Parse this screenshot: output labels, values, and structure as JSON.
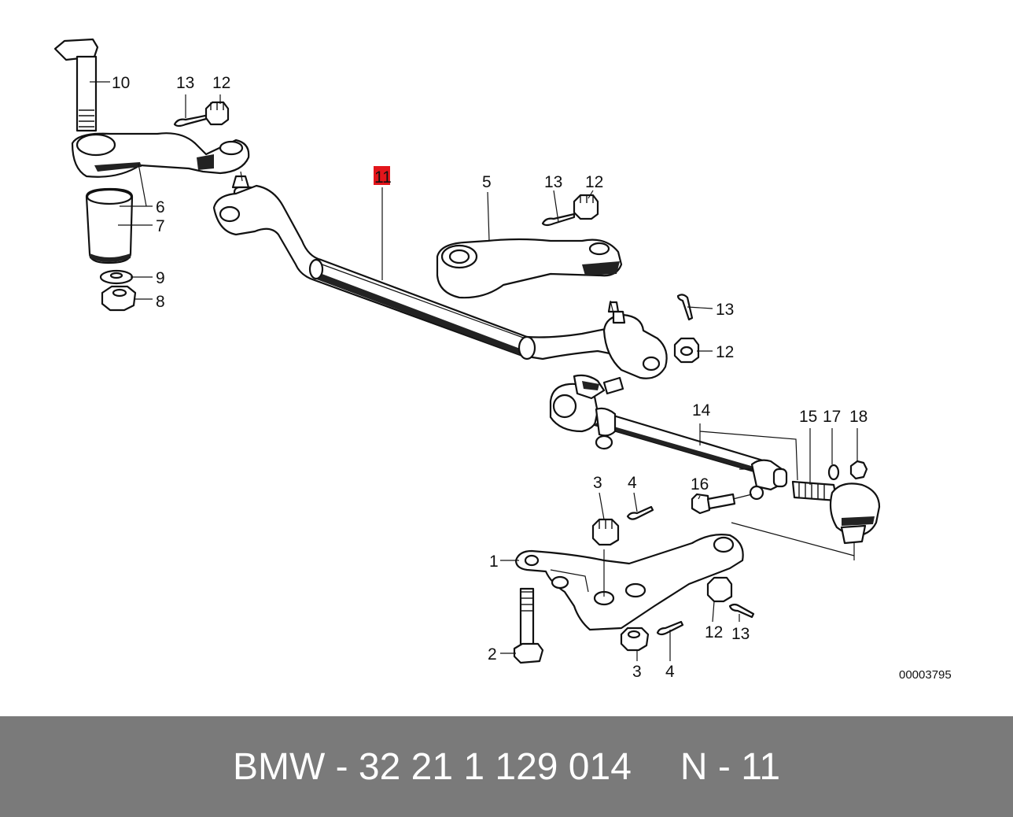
{
  "diagram": {
    "highlight_color": "#e2151b",
    "reference_id": "00003795",
    "callouts": {
      "c10": "10",
      "c13a": "13",
      "c12a": "12",
      "c6": "6",
      "c7": "7",
      "c9": "9",
      "c8": "8",
      "c11": "11",
      "c5": "5",
      "c13b": "13",
      "c12b": "12",
      "c13c": "13",
      "c12c": "12",
      "c14": "14",
      "c15": "15",
      "c17": "17",
      "c18": "18",
      "c16": "16",
      "c3a": "3",
      "c4a": "4",
      "c1": "1",
      "c2": "2",
      "c3b": "3",
      "c4b": "4",
      "c12d": "12",
      "c13d": "13"
    }
  },
  "footer": {
    "part_text": "BMW - 32 21 1 129 014",
    "position_text": "N - 11",
    "background": "#7a7a7a"
  }
}
